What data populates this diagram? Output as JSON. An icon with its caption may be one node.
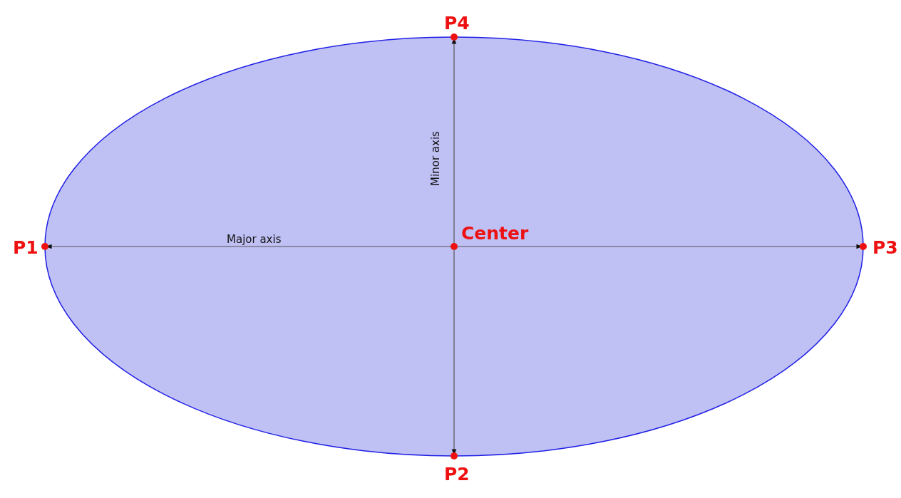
{
  "diagram": {
    "labels": [
      "P4",
      "Minor axis",
      "Center",
      "P1",
      "Major axis",
      "P3",
      "P2"
    ]
  }
}
